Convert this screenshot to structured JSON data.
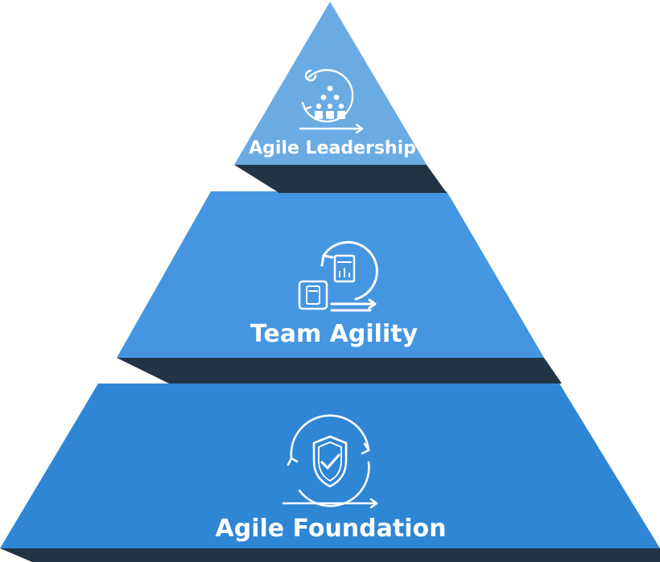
{
  "pyramid": {
    "tiers": [
      {
        "label": "Agile Leadership",
        "color": "#6aabe4",
        "icon": "leadership-icon"
      },
      {
        "label": "Team Agility",
        "color": "#4596e1",
        "icon": "team-agility-icon"
      },
      {
        "label": "Agile Foundation",
        "color": "#2f86d5",
        "icon": "shield-check-icon"
      }
    ],
    "shadow_color": "#213547"
  }
}
